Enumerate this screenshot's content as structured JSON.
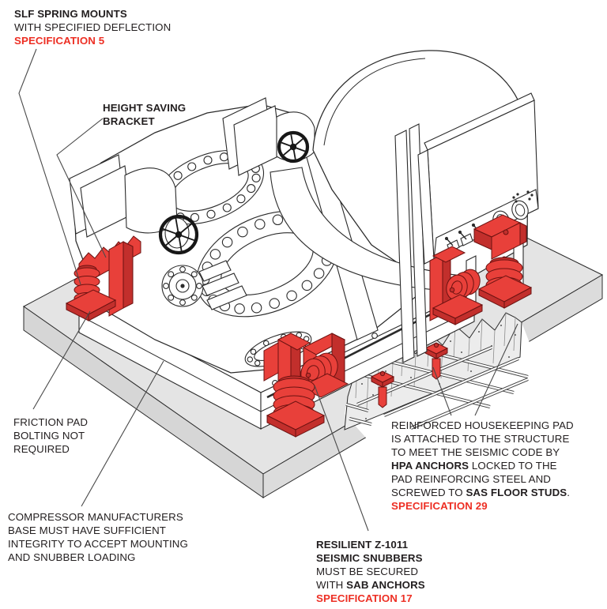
{
  "callouts": {
    "slf": {
      "heading": "SLF SPRING MOUNTS",
      "line2": "WITH SPECIFIED DEFLECTION",
      "spec": "SPECIFICATION 5"
    },
    "bracket": {
      "line1": "HEIGHT SAVING",
      "line2": "BRACKET"
    },
    "friction": {
      "line1": "FRICTION PAD",
      "line2": "BOLTING NOT",
      "line3": "REQUIRED"
    },
    "base_note": {
      "line1": "COMPRESSOR MANUFACTURERS",
      "line2": "BASE MUST HAVE SUFFICIENT",
      "line3": "INTEGRITY TO ACCEPT MOUNTING",
      "line4": "AND SNUBBER LOADING"
    },
    "snubbers": {
      "line1": "RESILIENT Z-1011",
      "line2": "SEISMIC SNUBBERS",
      "line3": "MUST BE SECURED",
      "line4_pre": "WITH ",
      "line4_bold": "SAB ANCHORS",
      "spec": "SPECIFICATION 17"
    },
    "pad": {
      "line1": "REINFORCED HOUSEKEEPING PAD",
      "line2": "IS ATTACHED TO THE STRUCTURE",
      "line3": "TO MEET THE SEISMIC CODE BY",
      "line4_bold": "HPA ANCHORS",
      "line4_post": " LOCKED TO THE",
      "line5": "PAD REINFORCING STEEL AND",
      "line6_pre": "SCREWED TO ",
      "line6_bold": "SAS FLOOR STUDS",
      "line6_post": ".",
      "spec": "SPECIFICATION 29"
    }
  },
  "colors": {
    "machine_highlight_red": "#e8403a",
    "machine_highlight_red_shade": "#c22f2c",
    "spec_text_red": "#ed2f24",
    "pad_gray": "#e4e4e4",
    "outline_ink": "#2b2b2b"
  }
}
